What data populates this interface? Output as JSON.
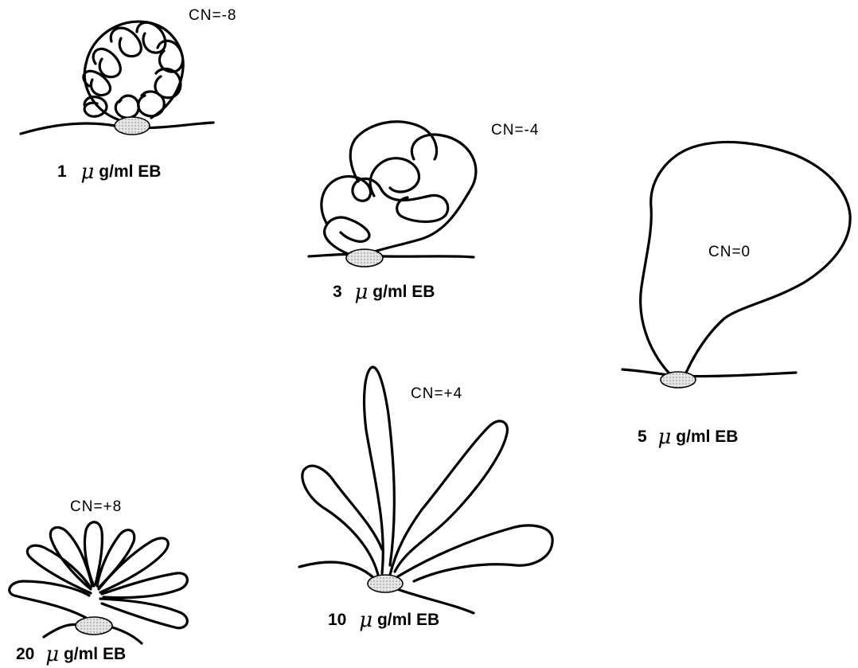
{
  "panels": [
    {
      "id": "cn-minus-8",
      "cn_label": "CN=-8",
      "conc_num": "1",
      "mu": "μ",
      "conc_unit": "g/ml EB"
    },
    {
      "id": "cn-minus-4",
      "cn_label": "CN=-4",
      "conc_num": "3",
      "mu": "μ",
      "conc_unit": "g/ml EB"
    },
    {
      "id": "cn-0",
      "cn_label": "CN=0",
      "conc_num": "5",
      "mu": "μ",
      "conc_unit": "g/ml EB"
    },
    {
      "id": "cn-plus-4",
      "cn_label": "CN=+4",
      "conc_num": "10",
      "mu": "μ",
      "conc_unit": "g/ml EB"
    },
    {
      "id": "cn-plus-8",
      "cn_label": "CN=+8",
      "conc_num": "20",
      "mu": "μ",
      "conc_unit": "g/ml EB"
    }
  ]
}
